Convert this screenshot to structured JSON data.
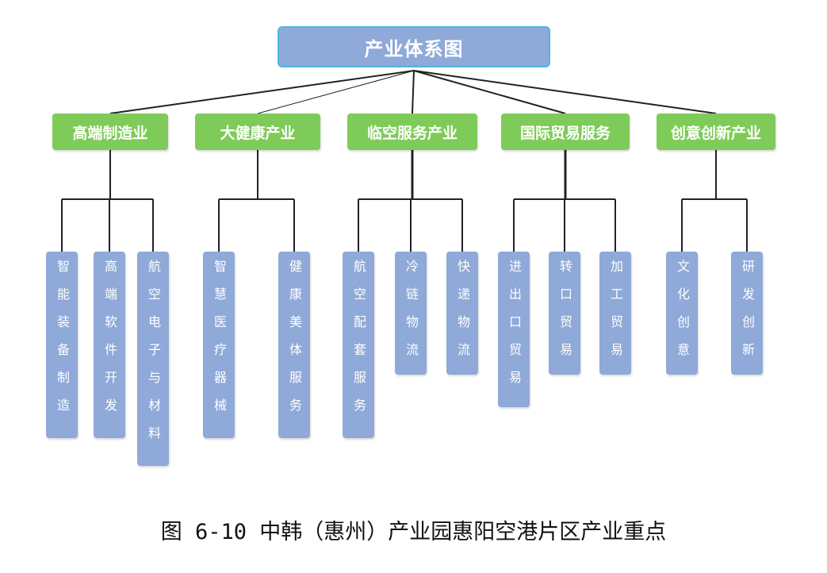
{
  "root": {
    "label": "产业体系图"
  },
  "categories": [
    {
      "label": "高端制造业",
      "children": [
        "智能装备制造",
        "高端软件开发",
        "航空电子与材料"
      ]
    },
    {
      "label": "大健康产业",
      "children": [
        "智慧医疗器械",
        "健康美体服务"
      ]
    },
    {
      "label": "临空服务产业",
      "children": [
        "航空配套服务",
        "冷链物流",
        "快递物流"
      ]
    },
    {
      "label": "国际贸易服务",
      "children": [
        "进出口贸易",
        "转口贸易",
        "加工贸易"
      ]
    },
    {
      "label": "创意创新产业",
      "children": [
        "文化创意",
        "研发创新"
      ]
    }
  ],
  "caption": "图 6-10 中韩（惠州）产业园惠阳空港片区产业重点",
  "colors": {
    "root_fill": "#8fa9d8",
    "root_border": "#4fb6e0",
    "category_fill": "#7fcb5a",
    "leaf_fill": "#8fa9d8",
    "text": "#ffffff",
    "connector": "#222222"
  }
}
